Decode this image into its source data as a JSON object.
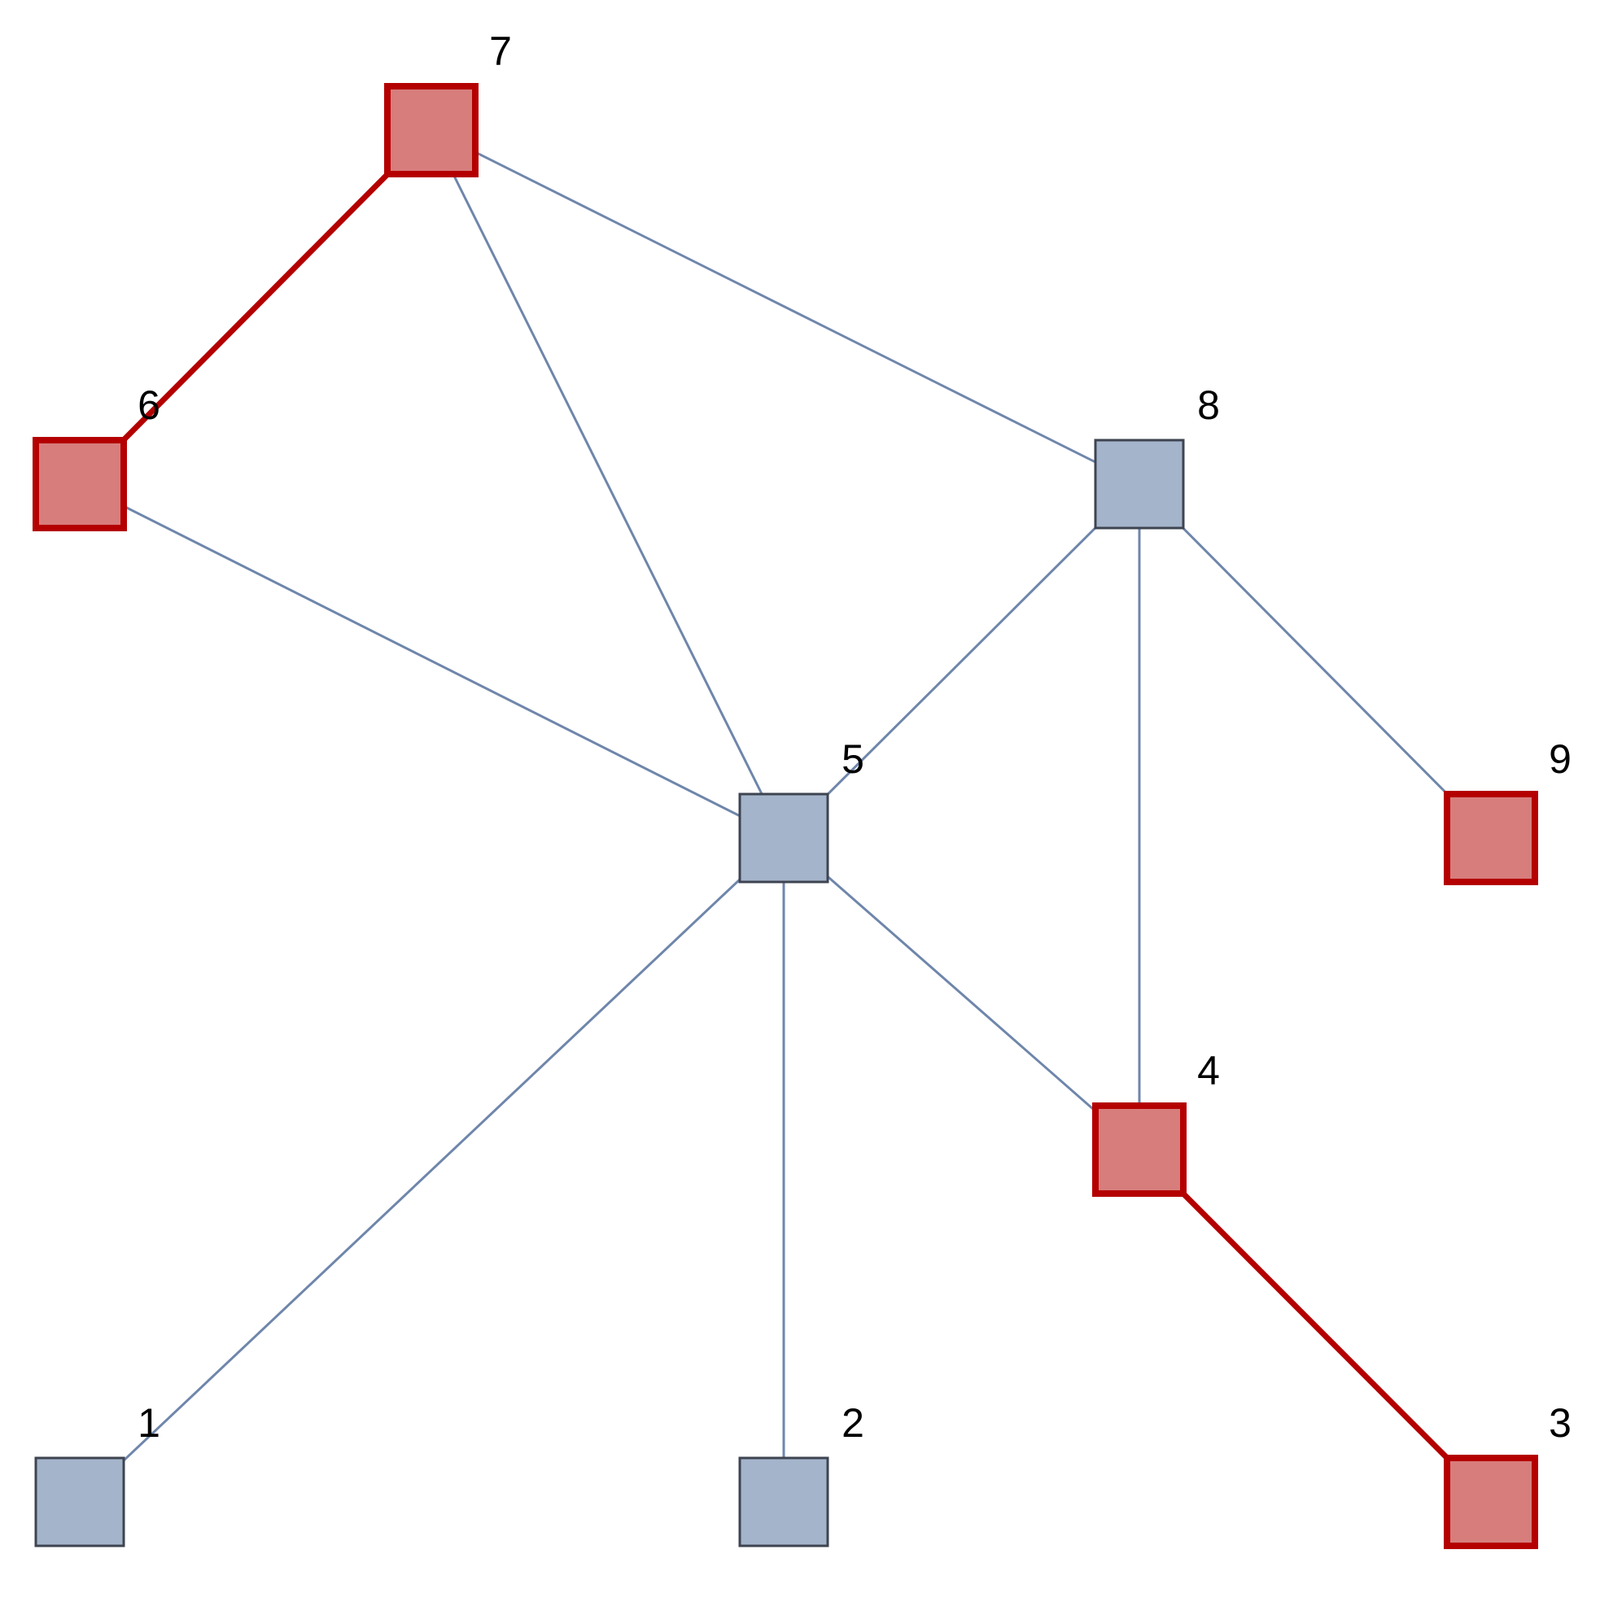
{
  "graph": {
    "colors": {
      "edge_default": "#6f86ab",
      "edge_highlight": "#b40000",
      "node_default_fill": "#a4b4cb",
      "node_default_stroke": "#3e4450",
      "node_highlight_fill": "#d77d7c",
      "node_highlight_stroke": "#b40000",
      "label": "#000000"
    },
    "nodes": [
      {
        "id": "1",
        "label": "1",
        "highlighted": false
      },
      {
        "id": "2",
        "label": "2",
        "highlighted": false
      },
      {
        "id": "3",
        "label": "3",
        "highlighted": true
      },
      {
        "id": "4",
        "label": "4",
        "highlighted": true
      },
      {
        "id": "5",
        "label": "5",
        "highlighted": false
      },
      {
        "id": "6",
        "label": "6",
        "highlighted": true
      },
      {
        "id": "7",
        "label": "7",
        "highlighted": true
      },
      {
        "id": "8",
        "label": "8",
        "highlighted": false
      },
      {
        "id": "9",
        "label": "9",
        "highlighted": true
      }
    ],
    "edges": [
      {
        "from": "7",
        "to": "6",
        "highlighted": true
      },
      {
        "from": "7",
        "to": "5",
        "highlighted": false
      },
      {
        "from": "7",
        "to": "8",
        "highlighted": false
      },
      {
        "from": "6",
        "to": "5",
        "highlighted": false
      },
      {
        "from": "8",
        "to": "5",
        "highlighted": false
      },
      {
        "from": "8",
        "to": "4",
        "highlighted": false
      },
      {
        "from": "8",
        "to": "9",
        "highlighted": false
      },
      {
        "from": "5",
        "to": "1",
        "highlighted": false
      },
      {
        "from": "5",
        "to": "2",
        "highlighted": false
      },
      {
        "from": "5",
        "to": "4",
        "highlighted": false
      },
      {
        "from": "4",
        "to": "3",
        "highlighted": true
      }
    ]
  }
}
